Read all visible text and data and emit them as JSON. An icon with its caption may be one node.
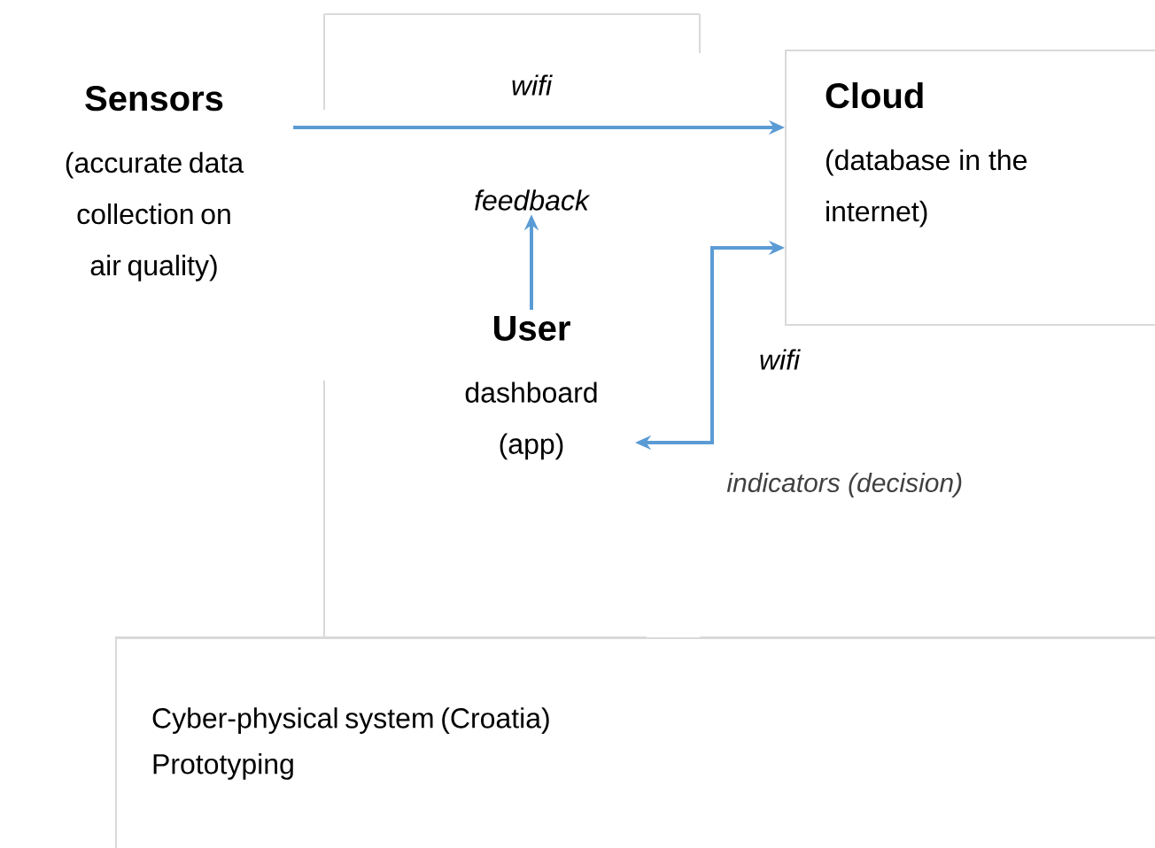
{
  "diagram": {
    "nodes": [
      {
        "text": [
          "Sensors",
          "(accurate data collection on air quality)"
        ]
      },
      {
        "text": [
          "Cloud",
          "(database in the internet)"
        ]
      },
      {
        "text": [
          "feedback"
        ]
      },
      {
        "text": [
          "User",
          "dashboard (app)"
        ]
      },
      {
        "text": [
          "Cyber-physical system (Croatia)",
          "Prototyping"
        ]
      }
    ],
    "edges": [
      {
        "from": 0,
        "to": 1,
        "arrow": "to",
        "label": "wifi"
      },
      {
        "from": 3,
        "to": 2,
        "arrow": "to"
      },
      {
        "from": 3,
        "to": 1,
        "arrow": "both",
        "label": "wifi"
      }
    ],
    "labels": [
      "indicators (decision)"
    ]
  }
}
